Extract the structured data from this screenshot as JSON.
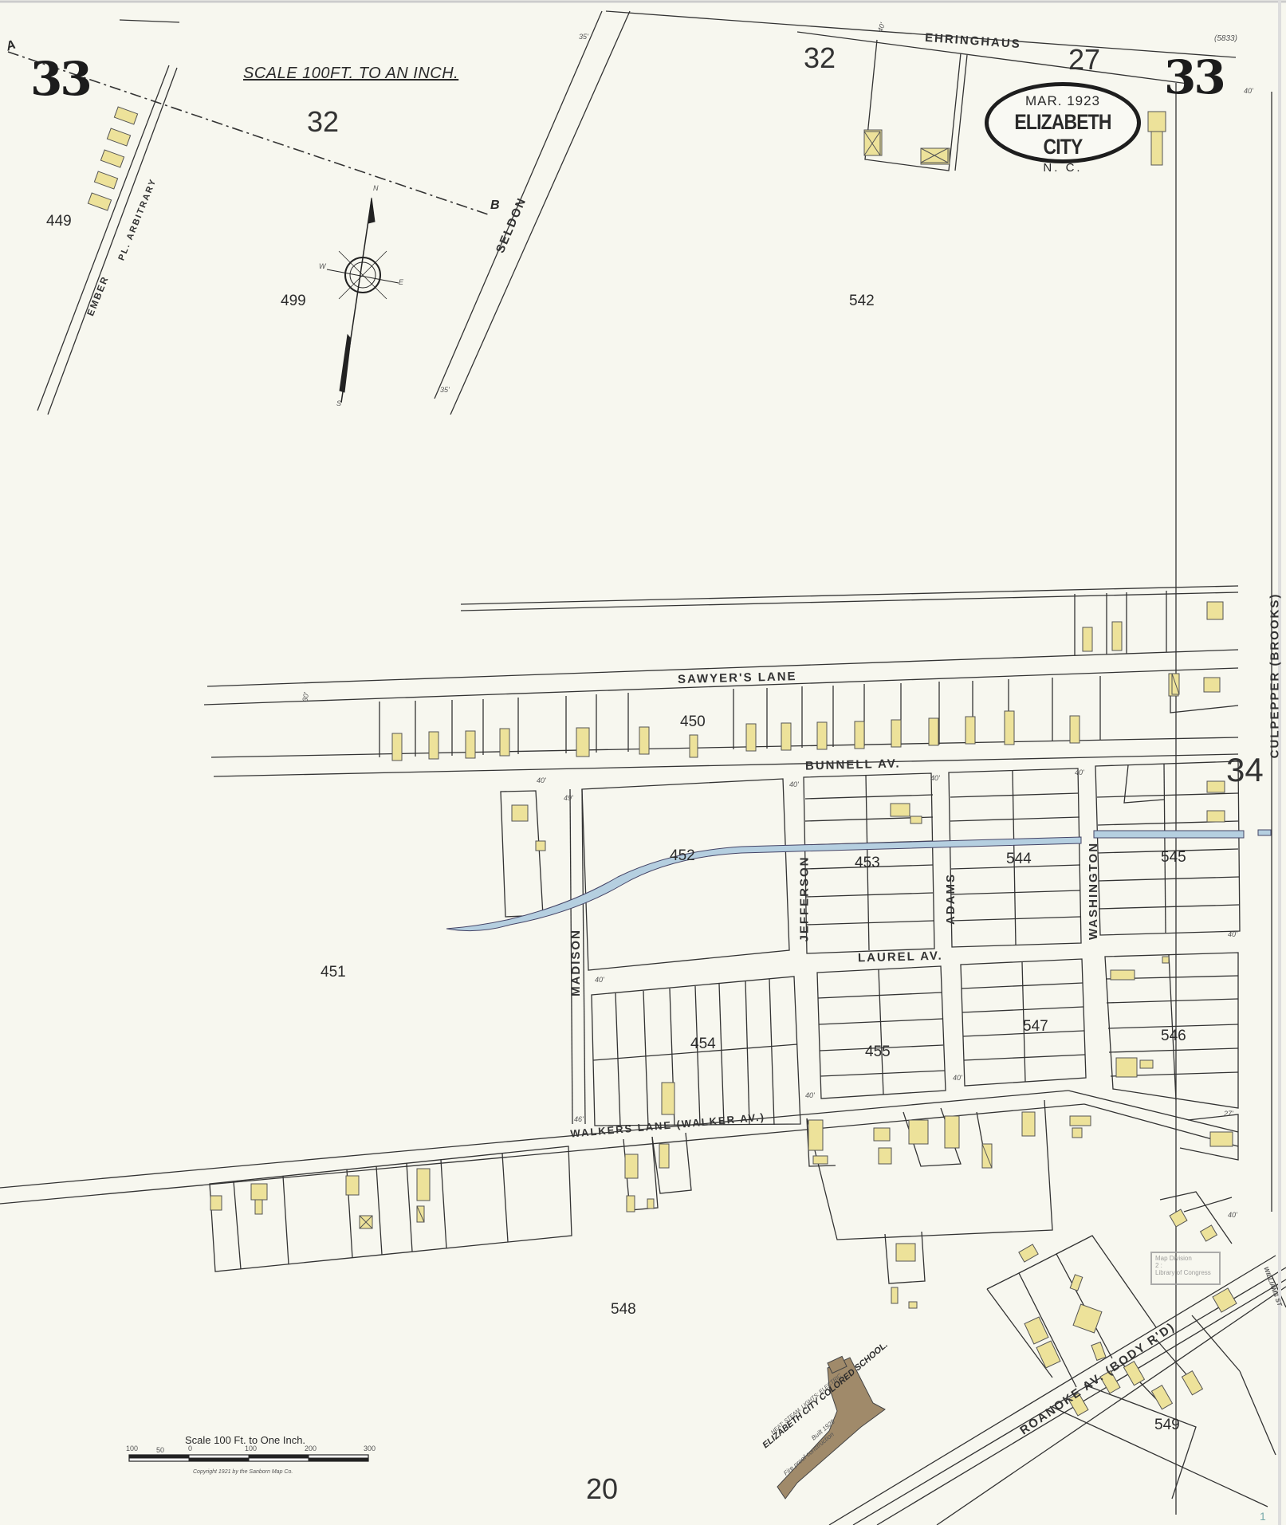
{
  "title": {
    "date": "MAR. 1923",
    "city": "ELIZABETH CITY",
    "state": "N. C."
  },
  "sheet": {
    "number": "33",
    "scale_note": "SCALE 100FT. TO AN INCH.",
    "section_line_start": "A",
    "section_line_end": "B",
    "corner_id": "(5833)",
    "page_marker": "1"
  },
  "adjacent_sheets": [
    {
      "id": "adj-32-left",
      "label": "32"
    },
    {
      "id": "adj-32-top",
      "label": "32"
    },
    {
      "id": "adj-27",
      "label": "27"
    },
    {
      "id": "adj-34",
      "label": "34"
    },
    {
      "id": "adj-20",
      "label": "20"
    }
  ],
  "blocks": [
    "449",
    "499",
    "542",
    "450",
    "452",
    "453",
    "544",
    "545",
    "451",
    "454",
    "455",
    "547",
    "546",
    "548",
    "549"
  ],
  "streets": {
    "ehringhaus": "EHRINGHAUS",
    "seldon": "SELDON",
    "ember": "EMBER",
    "arbitrary": "PL. ARBITRARY",
    "sawyers": "SAWYER'S   LANE",
    "bunnell": "BUNNELL   AV.",
    "madison": "MADISON",
    "jefferson": "JEFFERSON",
    "adams": "ADAMS",
    "washington": "WASHINGTON",
    "laurel": "LAUREL   AV.",
    "walkers": "WALKERS   LANE  (WALKER   AV.)",
    "culpepper": "CULPEPPER  (BROOKS)",
    "roanoke": "ROANOKE   AV. (BODY  R'D)",
    "williams": "WILLIAMS ST"
  },
  "widths": {
    "w40": "40'",
    "w35": "35'",
    "w30": "30'",
    "w46": "46'",
    "w49": "49'",
    "w27": "27'"
  },
  "compass": {
    "n": "N",
    "s": "S",
    "e": "E",
    "w": "W"
  },
  "school": {
    "name": "ELIZABETH CITY COLORED SCHOOL.",
    "notes": "HEAT: STEAM. LIGHTS: ELECTRIC",
    "built": "Built 1929",
    "construction": "Fire proof construction"
  },
  "scale_bar": {
    "title": "Scale 100 Ft. to One Inch.",
    "ticks": [
      "100",
      "50",
      "0",
      "100",
      "200",
      "300"
    ],
    "copyright": "Copyright 1921 by the Sanborn Map Co."
  },
  "stamp": {
    "line1": "Map Division",
    "line2": "2 :",
    "line3": "Library of Congress"
  },
  "colors": {
    "paper": "#f7f7ef",
    "dwelling": "#ede29a",
    "brick": "#a08a6a",
    "creek": "#b5cfe0",
    "ink": "#2a2a2a"
  }
}
